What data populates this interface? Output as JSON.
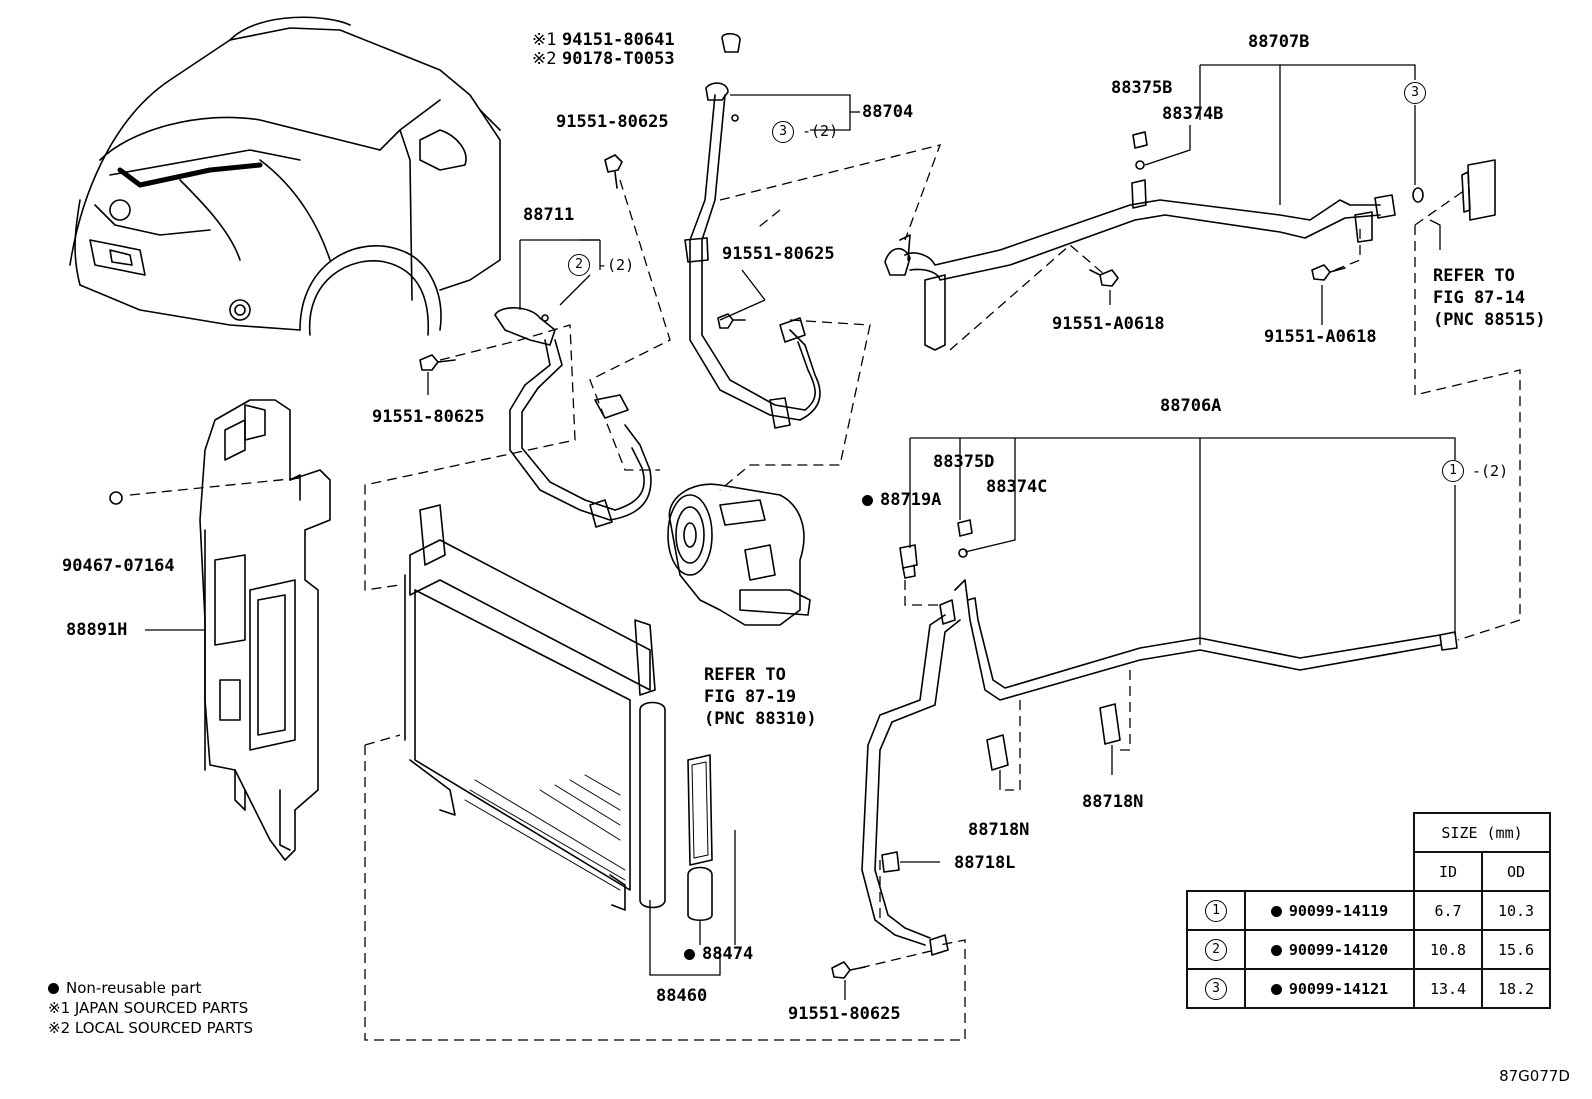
{
  "figure_id": "87G077D",
  "labels": {
    "p94151": "94151-80641",
    "p90178": "90178-T0053",
    "p88704": "88704",
    "p88704_qty": "-(2)",
    "p91551_a": "91551-80625",
    "p88711": "88711",
    "p88711_qty": "-(2)",
    "p91551_b": "91551-80625",
    "p91551_c": "91551-80625",
    "p90467": "90467-07164",
    "p88891H": "88891H",
    "p88707B": "88707B",
    "p88375B": "88375B",
    "p88374B": "88374B",
    "p91551_A0618_a": "91551-A0618",
    "p91551_A0618_b": "91551-A0618",
    "refer_87_14_l1": "REFER TO",
    "refer_87_14_l2": "FIG 87-14",
    "refer_87_14_l3": "(PNC 88515)",
    "refer_87_19_l1": "REFER TO",
    "refer_87_19_l2": "FIG 87-19",
    "refer_87_19_l3": "(PNC 88310)",
    "p88706A": "88706A",
    "p88375D": "88375D",
    "p88374C": "88374C",
    "p88719A": "88719A",
    "p88706A_qty": "-(2)",
    "p88718N_a": "88718N",
    "p88718N_b": "88718N",
    "p88718L": "88718L",
    "p88474": "88474",
    "p88460": "88460",
    "p91551_d": "91551-80625"
  },
  "note_marks": {
    "mark1": "※1",
    "mark2": "※2"
  },
  "circle_callouts": {
    "c1": "1",
    "c2": "2",
    "c3": "3"
  },
  "legend": {
    "non_reusable": "Non-reusable part",
    "japan": "※1 JAPAN SOURCED PARTS",
    "local": "※2 LOCAL SOURCED PARTS"
  },
  "size_table": {
    "header": "SIZE (mm)",
    "col_id": "ID",
    "col_od": "OD",
    "rows": [
      {
        "ref": "1",
        "part": "90099-14119",
        "id": "6.7",
        "od": "10.3"
      },
      {
        "ref": "2",
        "part": "90099-14120",
        "id": "10.8",
        "od": "15.6"
      },
      {
        "ref": "3",
        "part": "90099-14121",
        "id": "13.4",
        "od": "18.2"
      }
    ]
  }
}
